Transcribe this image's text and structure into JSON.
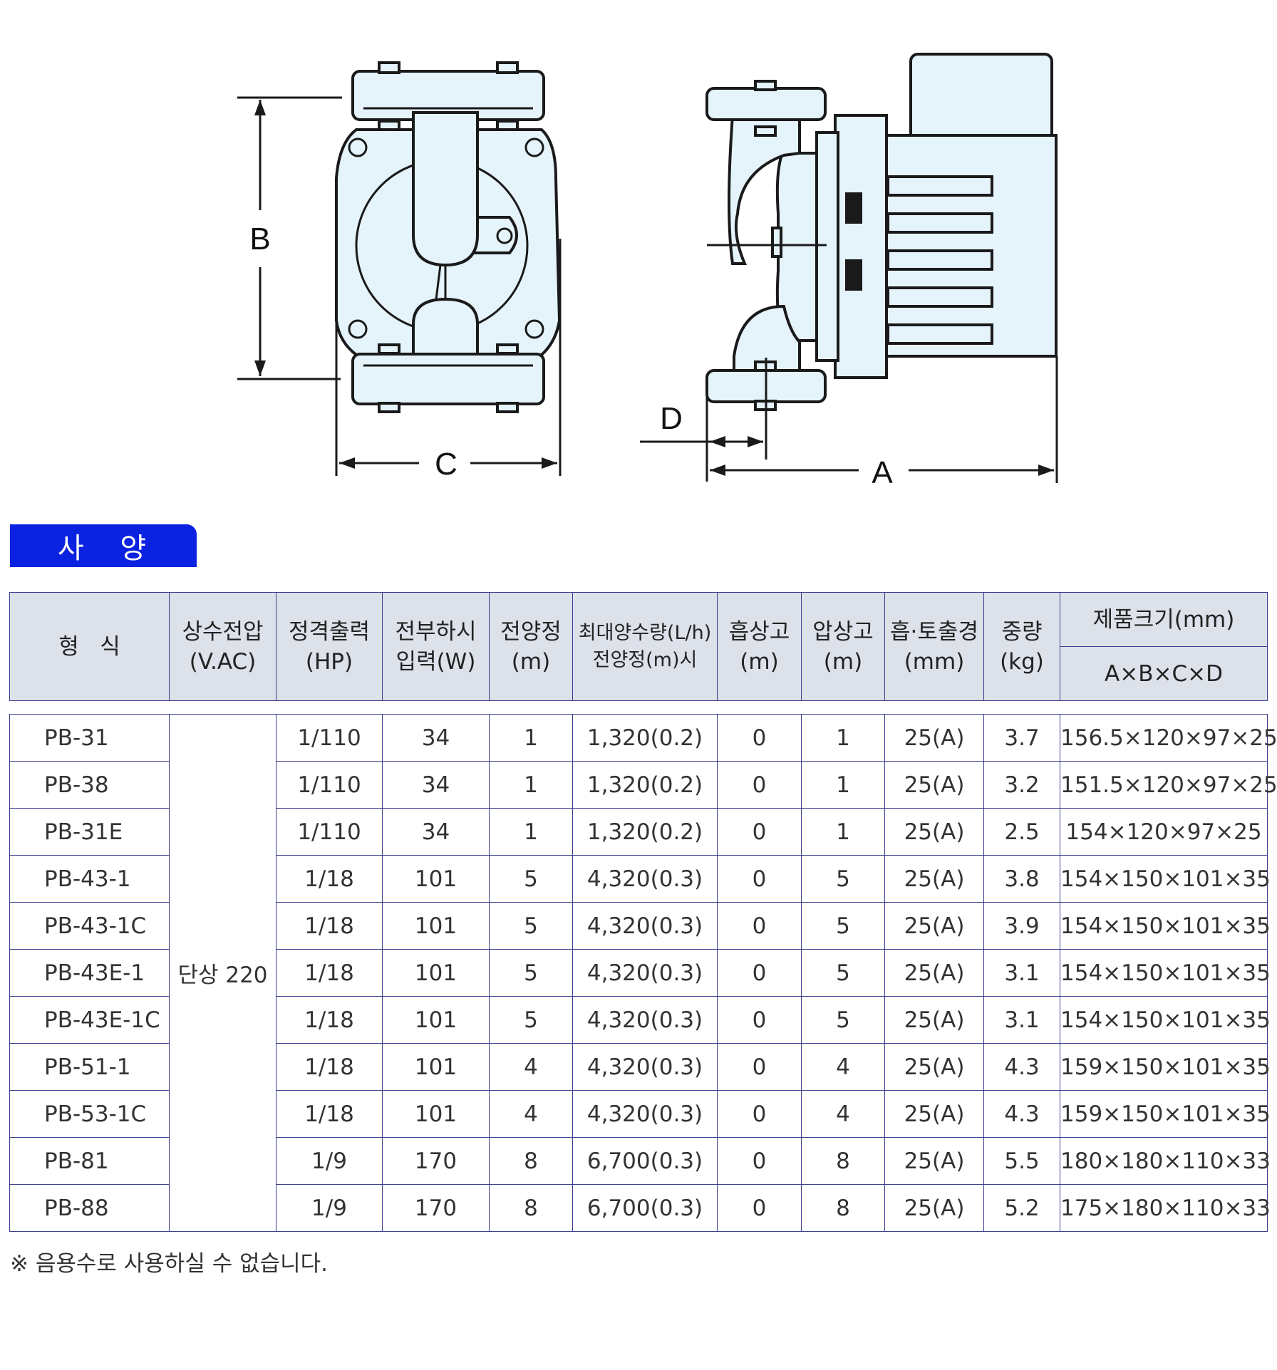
{
  "drawing": {
    "dimensions": {
      "a": "A",
      "b": "B",
      "c": "C",
      "d": "D"
    }
  },
  "section": {
    "title": "사 양"
  },
  "table": {
    "headers": {
      "model": "형   식",
      "voltage": [
        "상수전압",
        "(V.AC)"
      ],
      "output": [
        "정격출력",
        "(HP)"
      ],
      "input": [
        "전부하시",
        "입력(W)"
      ],
      "head": [
        "전양정",
        "(m)"
      ],
      "flow": [
        "최대양수량(L/h)",
        "전양정(m)시"
      ],
      "suction": [
        "흡상고",
        "(m)"
      ],
      "pressure": [
        "압상고",
        "(m)"
      ],
      "bore": [
        "흡·토출경",
        "(mm)"
      ],
      "weight": [
        "중량",
        "(kg)"
      ],
      "size": "제품크기(mm)",
      "size_sub": "A×B×C×D"
    },
    "voltage_value": "단상 220",
    "rows": [
      [
        "PB-31",
        "1/110",
        "34",
        "1",
        "1,320(0.2)",
        "0",
        "1",
        "25(A)",
        "3.7",
        "156.5×120×97×25"
      ],
      [
        "PB-38",
        "1/110",
        "34",
        "1",
        "1,320(0.2)",
        "0",
        "1",
        "25(A)",
        "3.2",
        "151.5×120×97×25"
      ],
      [
        "PB-31E",
        "1/110",
        "34",
        "1",
        "1,320(0.2)",
        "0",
        "1",
        "25(A)",
        "2.5",
        "154×120×97×25"
      ],
      [
        "PB-43-1",
        "1/18",
        "101",
        "5",
        "4,320(0.3)",
        "0",
        "5",
        "25(A)",
        "3.8",
        "154×150×101×35"
      ],
      [
        "PB-43-1C",
        "1/18",
        "101",
        "5",
        "4,320(0.3)",
        "0",
        "5",
        "25(A)",
        "3.9",
        "154×150×101×35"
      ],
      [
        "PB-43E-1",
        "1/18",
        "101",
        "5",
        "4,320(0.3)",
        "0",
        "5",
        "25(A)",
        "3.1",
        "154×150×101×35"
      ],
      [
        "PB-43E-1C",
        "1/18",
        "101",
        "5",
        "4,320(0.3)",
        "0",
        "5",
        "25(A)",
        "3.1",
        "154×150×101×35"
      ],
      [
        "PB-51-1",
        "1/18",
        "101",
        "4",
        "4,320(0.3)",
        "0",
        "4",
        "25(A)",
        "4.3",
        "159×150×101×35"
      ],
      [
        "PB-53-1C",
        "1/18",
        "101",
        "4",
        "4,320(0.3)",
        "0",
        "4",
        "25(A)",
        "4.3",
        "159×150×101×35"
      ],
      [
        "PB-81",
        "1/9",
        "170",
        "8",
        "6,700(0.3)",
        "0",
        "8",
        "25(A)",
        "5.5",
        "180×180×110×33"
      ],
      [
        "PB-88",
        "1/9",
        "170",
        "8",
        "6,700(0.3)",
        "0",
        "8",
        "25(A)",
        "5.2",
        "175×180×110×33"
      ]
    ]
  },
  "note": "※ 음용수로 사용하실 수 없습니다.",
  "colors": {
    "badge": "#0b22e0",
    "header_bg": "#dce1ea",
    "grid": "#3a3d8f",
    "part_fill": "#e5f3fb"
  }
}
